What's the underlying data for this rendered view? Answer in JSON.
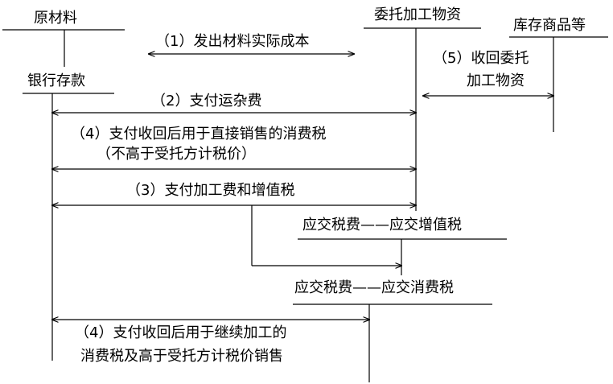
{
  "accounts": {
    "raw_materials": "原材料",
    "bank_deposit": "银行存款",
    "consigned_processing": "委托加工物资",
    "inventory_goods": "库存商品等",
    "vat_payable": "应交税费——应交增值税",
    "consumption_tax_payable": "应交税费——应交消费税"
  },
  "entries": {
    "e1": "（1）发出材料实际成本",
    "e2": "（2）支付运杂费",
    "e3": "（3）支付加工费和增值税",
    "e4a_line1": "（4）支付收回后用于直接销售的消费税",
    "e4a_line2": "（不高于受托方计税价）",
    "e4b_line1": "（4）支付收回后用于继续加工的",
    "e4b_line2": "消费税及高于受托方计税价销售",
    "e5_line1": "（5）收回委托",
    "e5_line2": "加工物资"
  }
}
